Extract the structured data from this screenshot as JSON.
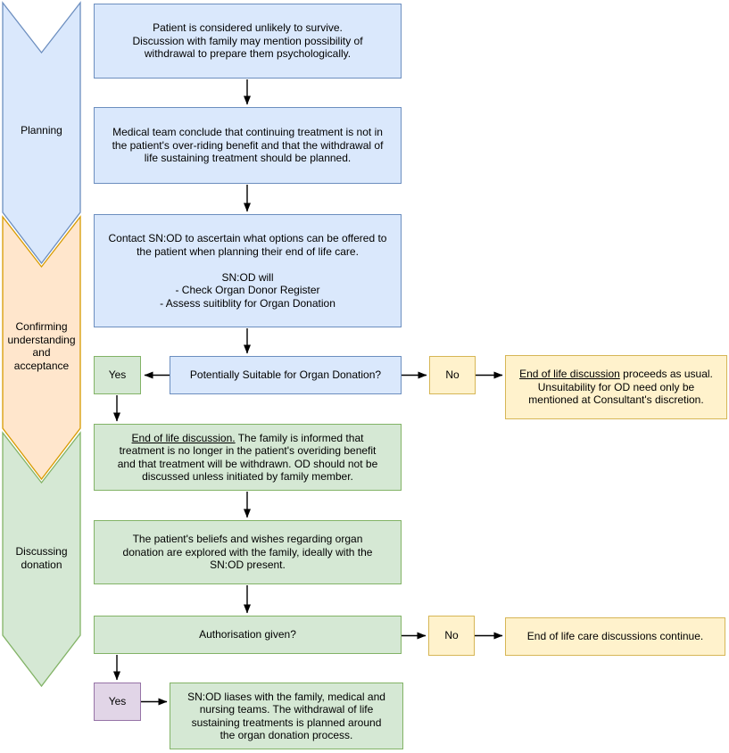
{
  "palette": {
    "blue_fill": "#dae8fc",
    "blue_stroke": "#6c8ebf",
    "green_fill": "#d5e8d4",
    "green_stroke": "#82b366",
    "yellow_fill": "#fff2cc",
    "yellow_stroke": "#d6b656",
    "orange_fill": "#ffe6cc",
    "orange_stroke": "#d79b00",
    "purple_fill": "#e1d5e7",
    "purple_stroke": "#9673a6",
    "arrow": "#000000"
  },
  "phases": [
    {
      "label": "Planning"
    },
    {
      "label": "Confirming\nunderstanding\nand\nacceptance"
    },
    {
      "label": "Discussing\ndonation"
    }
  ],
  "nodes": {
    "unlikely_survive": {
      "text": "Patient is considered unlikely to survive.\nDiscussion with family may mention possibility of\nwithdrawal to prepare them psychologically."
    },
    "medical_team": {
      "text": "Medical team conclude that continuing treatment is not in\nthe patient's over-riding benefit and that the withdrawal of\nlife sustaining treatment should be planned."
    },
    "contact_snod": {
      "text": "Contact SN:OD to ascertain what options can be offered to\nthe patient when planning their end of life care.\n\nSN:OD will\n- Check Organ Donor Register\n- Assess suitiblity for Organ Donation"
    },
    "yes_suitable": {
      "text": "Yes"
    },
    "suitable_decision": {
      "text": "Potentially Suitable for Organ Donation?"
    },
    "no_suitable": {
      "text": "No"
    },
    "eol_proceeds": {
      "underline": "End of life discussion",
      "rest": " proceeds as usual.\nUnsuitability for OD need only be\nmentioned at Consultant's discretion."
    },
    "eol_family": {
      "underline": "End of life discussion.",
      "rest": " The family is informed that\ntreatment is no longer in the patient's overiding benefit\nand that treatment will be withdrawn. OD should not be\ndiscussed unless initiated by family member."
    },
    "beliefs": {
      "text": "The patient's beliefs and wishes regarding organ\ndonation are explored with the family, ideally with the\nSN:OD present."
    },
    "authorisation": {
      "text": "Authorisation given?"
    },
    "no_authorisation": {
      "text": "No"
    },
    "eol_continue": {
      "text": "End of life care discussions continue."
    },
    "yes_authorisation": {
      "text": "Yes"
    },
    "snod_liaises": {
      "text": "SN:OD liases with the family, medical and\nnursing teams. The withdrawal of life\nsustaining treatments is planned around\nthe organ donation process."
    }
  }
}
